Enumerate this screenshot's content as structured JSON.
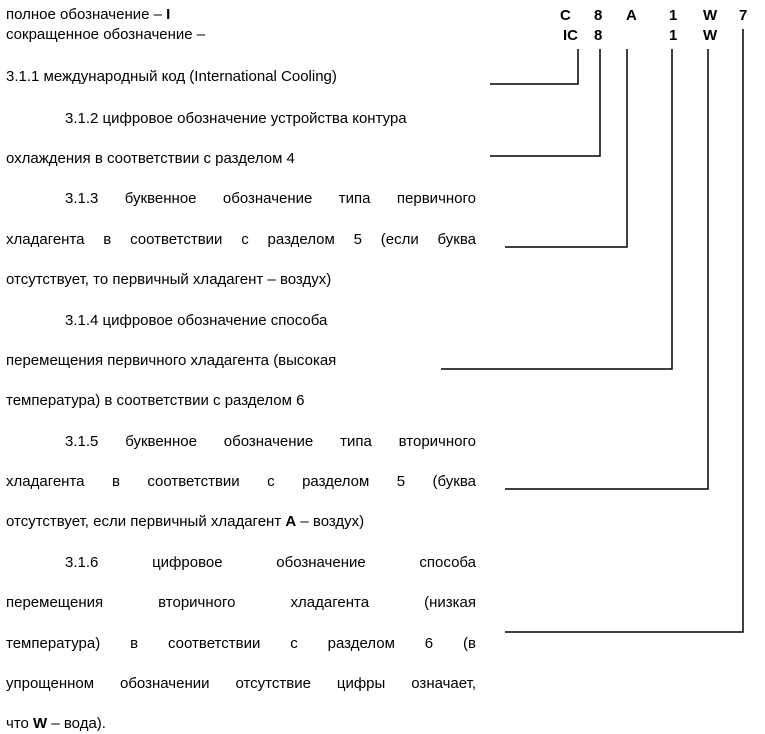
{
  "header": {
    "full_label": "полное обозначение – ",
    "full_letter": "I",
    "short_label": "сокращенное обозначение –"
  },
  "full_code": [
    "C",
    "8",
    "A",
    "1",
    "W",
    "7"
  ],
  "short_code": [
    "IC",
    "8",
    "1",
    "W"
  ],
  "items": {
    "item1": {
      "line1": "3.1.1 международный код (International Cooling)"
    },
    "item2": {
      "line1": "3.1.2 цифровое обозначение устройства контура",
      "line2": "охлаждения в соответствии с разделом 4"
    },
    "item3": {
      "line1": "3.1.3 буквенное обозначение типа первичного",
      "line2": "хладагента в соответствии с разделом 5 (если буква",
      "line3": "отсутствует, то первичный хладагент – воздух)"
    },
    "item4": {
      "line1": "3.1.4 цифровое обозначение способа",
      "line2": "перемещения первичного хладагента (высокая",
      "line3": "температура) в соответствии с разделом 6"
    },
    "item5": {
      "line1": "3.1.5 буквенное обозначение типа вторичного",
      "line2": "хладагента в соответствии с разделом 5 (буква",
      "line3_before": "отсутствует, если первичный хладагент ",
      "line3_bold": "А",
      "line3_after": " – воздух)"
    },
    "item6": {
      "line1": "3.1.6 цифровое обозначение способа",
      "line2": "перемещения вторичного хладагента (низкая",
      "line3": "температура) в соответствии с разделом 6 (в",
      "line4": "упрощенном обозначении отсутствие цифры означает,",
      "line5_before": "что ",
      "line5_bold": "W",
      "line5_after": " – вода)."
    }
  }
}
